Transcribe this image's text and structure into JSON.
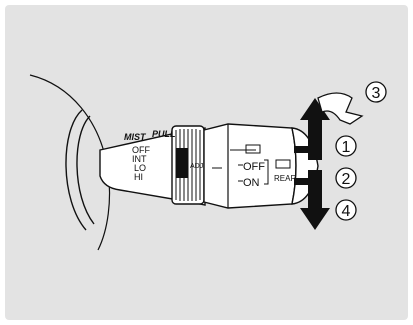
{
  "figure": {
    "wiper_stalk_labels": [
      "MIST",
      "PULL",
      "OFF",
      "INT",
      "LO",
      "HI"
    ],
    "ring_label": "ADJ",
    "washer_labels": [
      "OFF",
      "ON",
      "REAR"
    ],
    "callouts": [
      "1",
      "2",
      "3",
      "4"
    ]
  },
  "colors": {
    "background": "#e3e3e3",
    "line": "#111111",
    "panel": "#ffffff"
  }
}
